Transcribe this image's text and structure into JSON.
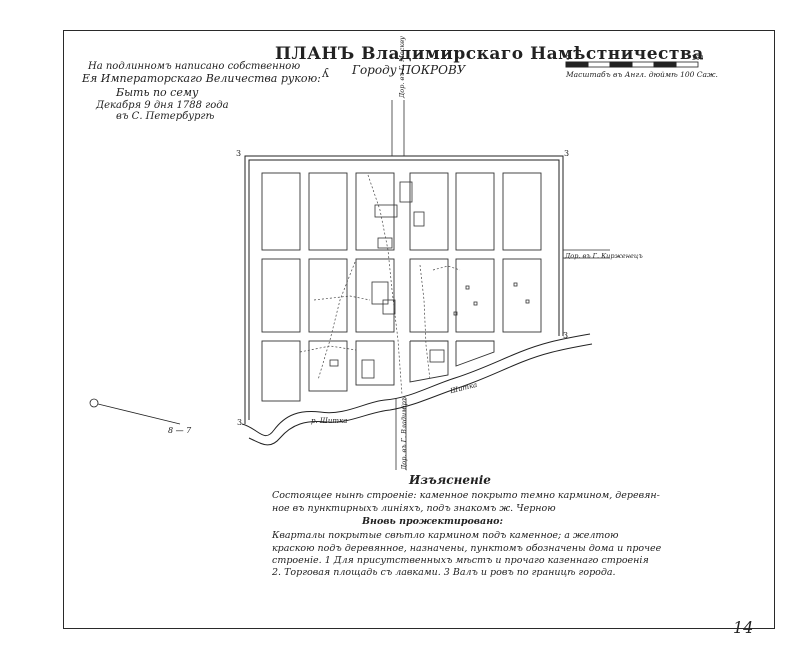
{
  "title": "ПЛАНЪ Владимирскаго Намѣстничества",
  "subtitle": "Городу ПОКРОВУ",
  "approval_note": [
    "На подлинномъ написано собственною",
    "Ея Императорскаго Величества рукою:",
    "Быть по сему",
    "Декабря 9 дня 1788 года",
    "въ С. Петербургѣ"
  ],
  "scale": {
    "label": "Масштабъ въ Англ. дюймѣ 100 Саж.",
    "ticks": [
      "0",
      "200"
    ]
  },
  "legend": {
    "heading": "Изъясненіе",
    "lines": [
      "Состоящее нынѣ строеніе: каменное покрыто темно кармином, деревян-",
      "ное въ пунктирныхъ линіяхъ, подъ знакомъ ж. Черною",
      "Вновь прожектировано:",
      "Кварталы покрытые свѣтло кармином подъ каменное; а желтою",
      "краскою подъ деревянное, назначены, пунктомъ обозначены дома и прочее",
      "строеніе. 1 Для присутственныхъ мѣстъ и прочаго казеннаго строенія",
      "2. Торговая площадь съ лавками. 3 Валъ и ровъ по границѣ города."
    ]
  },
  "streets": {
    "north": "Дор. въ Г. Москву",
    "east": "Дор. въ Г. Кирженецъ",
    "south": "Дор. въ Г. Владиміръ",
    "river": "р. Шитка",
    "river_east": "Шитка",
    "left_marks": "8 — 7"
  },
  "corner_marks": [
    "3",
    "3",
    "3",
    "3"
  ],
  "page_number": "14",
  "colors": {
    "ink": "#222222",
    "paper": "#ffffff"
  }
}
